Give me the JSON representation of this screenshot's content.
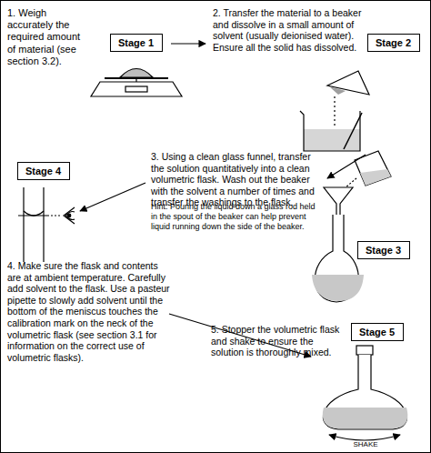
{
  "diagram": {
    "nodes": [
      {
        "text": [
          "Stage 1"
        ]
      },
      {
        "text": [
          "Stage 2"
        ]
      },
      {
        "text": [
          "Stage 4"
        ]
      },
      {
        "text": [
          "Stage 3"
        ]
      },
      {
        "text": [
          "Stage 5"
        ]
      }
    ],
    "labels": [
      "1. Weigh accurately the required amount of material (see section 3.2).",
      "2. Transfer the material to a beaker and dissolve in a small amount of solvent (usually deionised water). Ensure all the solid has dissolved.",
      "3. Using a clean glass funnel, transfer the solution quantitatively into a clean volumetric flask. Wash out the beaker with the solvent a number of times and transfer the washings to the flask.",
      "Hint: Pouring the liquid down a glass rod held in the spout of the beaker can help prevent liquid running down the side of the beaker.",
      "4. Make sure the flask and contents are at ambient temperature. Carefully add solvent to the flask. Use a pasteur pipette to slowly add solvent until the bottom of the meniscus touches the calibration mark on the neck of the volumetric flask (see section 3.1 for information on the correct use of volumetric flasks).",
      "5. Stopper the volumetric flask and shake to ensure the solution is thoroughly mixed.",
      "SHAKE"
    ]
  }
}
